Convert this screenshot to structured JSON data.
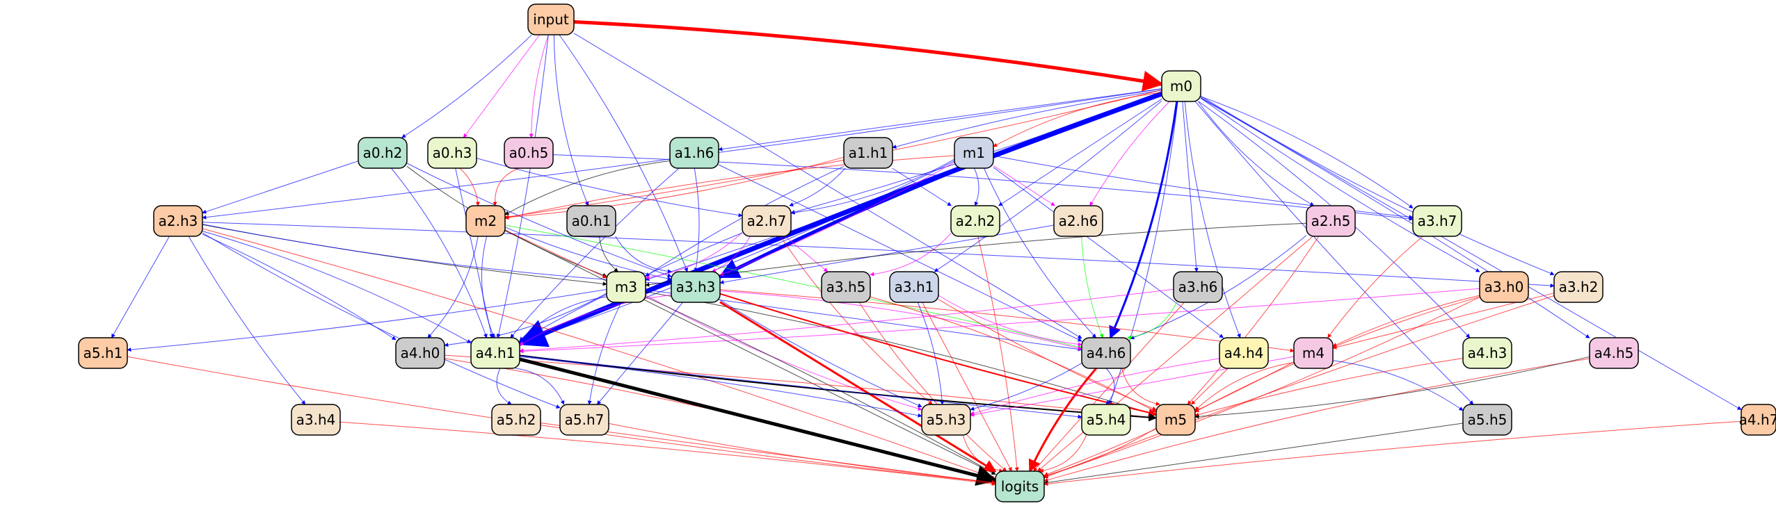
{
  "nodes": [
    {
      "id": "input",
      "label": "input",
      "color": "#fdcba5"
    },
    {
      "id": "m0",
      "label": "m0",
      "color": "#eaf6cc"
    },
    {
      "id": "a0.h2",
      "label": "a0.h2",
      "color": "#b6e5d0"
    },
    {
      "id": "a0.h3",
      "label": "a0.h3",
      "color": "#eaf6cc"
    },
    {
      "id": "a0.h5",
      "label": "a0.h5",
      "color": "#f5c9e4"
    },
    {
      "id": "a1.h6",
      "label": "a1.h6",
      "color": "#b6e5d0"
    },
    {
      "id": "a1.h1",
      "label": "a1.h1",
      "color": "#cccccc"
    },
    {
      "id": "m1",
      "label": "m1",
      "color": "#cdd6e8"
    },
    {
      "id": "a2.h3",
      "label": "a2.h3",
      "color": "#fdcba5"
    },
    {
      "id": "m2",
      "label": "m2",
      "color": "#fdcba5"
    },
    {
      "id": "a0.h1",
      "label": "a0.h1",
      "color": "#cccccc"
    },
    {
      "id": "a2.h7",
      "label": "a2.h7",
      "color": "#f6e3cc"
    },
    {
      "id": "a2.h2",
      "label": "a2.h2",
      "color": "#eaf6cc"
    },
    {
      "id": "a2.h6",
      "label": "a2.h6",
      "color": "#f6e3cc"
    },
    {
      "id": "a2.h5",
      "label": "a2.h5",
      "color": "#f5c9e4"
    },
    {
      "id": "a3.h7",
      "label": "a3.h7",
      "color": "#eaf6cc"
    },
    {
      "id": "m3",
      "label": "m3",
      "color": "#eaf6cc"
    },
    {
      "id": "a3.h3",
      "label": "a3.h3",
      "color": "#b6e5d0"
    },
    {
      "id": "a3.h5",
      "label": "a3.h5",
      "color": "#cccccc"
    },
    {
      "id": "a3.h1",
      "label": "a3.h1",
      "color": "#cdd6e8"
    },
    {
      "id": "a3.h6",
      "label": "a3.h6",
      "color": "#cccccc"
    },
    {
      "id": "a3.h0",
      "label": "a3.h0",
      "color": "#fdcba5"
    },
    {
      "id": "a3.h2",
      "label": "a3.h2",
      "color": "#f6e3cc"
    },
    {
      "id": "a5.h1",
      "label": "a5.h1",
      "color": "#fdcba5"
    },
    {
      "id": "a4.h0",
      "label": "a4.h0",
      "color": "#cccccc"
    },
    {
      "id": "a4.h1",
      "label": "a4.h1",
      "color": "#eaf6cc"
    },
    {
      "id": "a4.h6",
      "label": "a4.h6",
      "color": "#cccccc"
    },
    {
      "id": "a4.h4",
      "label": "a4.h4",
      "color": "#fef5b4"
    },
    {
      "id": "m4",
      "label": "m4",
      "color": "#f5c9e4"
    },
    {
      "id": "a4.h3",
      "label": "a4.h3",
      "color": "#eaf6cc"
    },
    {
      "id": "a4.h5",
      "label": "a4.h5",
      "color": "#f5c9e4"
    },
    {
      "id": "a3.h4",
      "label": "a3.h4",
      "color": "#f6e3cc"
    },
    {
      "id": "a5.h2",
      "label": "a5.h2",
      "color": "#f6e3cc"
    },
    {
      "id": "a5.h7",
      "label": "a5.h7",
      "color": "#f6e3cc"
    },
    {
      "id": "a5.h3",
      "label": "a5.h3",
      "color": "#f6e3cc"
    },
    {
      "id": "a5.h4",
      "label": "a5.h4",
      "color": "#eaf6cc"
    },
    {
      "id": "m5",
      "label": "m5",
      "color": "#fdcba5"
    },
    {
      "id": "a5.h5",
      "label": "a5.h5",
      "color": "#cccccc"
    },
    {
      "id": "a4.h7",
      "label": "a4.h7",
      "color": "#fdcba5"
    },
    {
      "id": "logits",
      "label": "logits",
      "color": "#b6e5d0"
    }
  ],
  "edges": [
    [
      "input",
      "m0",
      "#ff0000",
      5
    ],
    [
      "input",
      "a0.h2",
      "#0000ff",
      1
    ],
    [
      "input",
      "a0.h3",
      "#ff00ff",
      1
    ],
    [
      "input",
      "a0.h5",
      "#ff00ff",
      1
    ],
    [
      "input",
      "a0.h1",
      "#0000ff",
      1
    ],
    [
      "input",
      "a3.h3",
      "#0000ff",
      1
    ],
    [
      "input",
      "a4.h1",
      "#0000ff",
      1
    ],
    [
      "input",
      "a4.h6",
      "#0000ff",
      1
    ],
    [
      "m0",
      "a4.h1",
      "#0000ff",
      7
    ],
    [
      "m0",
      "a3.h3",
      "#0000ff",
      5
    ],
    [
      "m0",
      "a4.h6",
      "#0000ff",
      3
    ],
    [
      "m0",
      "a2.h3",
      "#0000ff",
      1
    ],
    [
      "m0",
      "a1.h6",
      "#0000ff",
      1
    ],
    [
      "m0",
      "a1.h1",
      "#0000ff",
      1
    ],
    [
      "m0",
      "m1",
      "#ff0000",
      1
    ],
    [
      "m0",
      "m2",
      "#ff0000",
      1
    ],
    [
      "m0",
      "a2.h7",
      "#0000ff",
      1
    ],
    [
      "m0",
      "a2.h2",
      "#0000ff",
      1
    ],
    [
      "m0",
      "a2.h6",
      "#ff00ff",
      1
    ],
    [
      "m0",
      "a2.h5",
      "#0000ff",
      1
    ],
    [
      "m0",
      "a3.h7",
      "#0000ff",
      1
    ],
    [
      "m0",
      "a3.h1",
      "#0000ff",
      1
    ],
    [
      "m0",
      "a3.h6",
      "#0000ff",
      1
    ],
    [
      "m0",
      "a3.h0",
      "#0000ff",
      1
    ],
    [
      "m0",
      "a3.h2",
      "#0000ff",
      1
    ],
    [
      "m0",
      "a4.h3",
      "#0000ff",
      1
    ],
    [
      "m0",
      "a4.h5",
      "#0000ff",
      1
    ],
    [
      "m0",
      "a4.h7",
      "#0000ff",
      1
    ],
    [
      "m0",
      "a5.h5",
      "#0000ff",
      1
    ],
    [
      "m0",
      "a4.h4",
      "#0000ff",
      1
    ],
    [
      "m0",
      "a5.h4",
      "#0000ff",
      1
    ],
    [
      "m0",
      "m3",
      "#0000ff",
      1
    ],
    [
      "a0.h2",
      "a2.h3",
      "#0000ff",
      1
    ],
    [
      "a0.h2",
      "a3.h3",
      "#0000ff",
      1
    ],
    [
      "a0.h2",
      "m3",
      "#000000",
      1
    ],
    [
      "a0.h2",
      "a4.h1",
      "#0000ff",
      1
    ],
    [
      "a0.h3",
      "m2",
      "#ff0000",
      1
    ],
    [
      "a0.h3",
      "a4.h1",
      "#0000ff",
      1
    ],
    [
      "a0.h3",
      "a2.h7",
      "#0000ff",
      1
    ],
    [
      "a0.h5",
      "m2",
      "#ff0000",
      1
    ],
    [
      "a0.h5",
      "a3.h7",
      "#0000ff",
      1
    ],
    [
      "a1.h6",
      "a3.h3",
      "#0000ff",
      1
    ],
    [
      "a1.h6",
      "a4.h6",
      "#0000ff",
      1
    ],
    [
      "a1.h6",
      "a4.h1",
      "#0000ff",
      1
    ],
    [
      "a1.h6",
      "m2",
      "#000000",
      1
    ],
    [
      "a1.h1",
      "m2",
      "#ff0000",
      1
    ],
    [
      "a1.h1",
      "a2.h7",
      "#0000ff",
      1
    ],
    [
      "a1.h1",
      "a2.h2",
      "#0000ff",
      1
    ],
    [
      "a1.h1",
      "m3",
      "#0000ff",
      1
    ],
    [
      "m1",
      "m2",
      "#ff0000",
      1
    ],
    [
      "m1",
      "a2.h7",
      "#0000ff",
      1
    ],
    [
      "m1",
      "a2.h2",
      "#0000ff",
      1
    ],
    [
      "m1",
      "a2.h6",
      "#ff00ff",
      1
    ],
    [
      "m1",
      "a3.h7",
      "#0000ff",
      1
    ],
    [
      "m1",
      "a4.h6",
      "#0000ff",
      1
    ],
    [
      "m1",
      "a4.h1",
      "#0000ff",
      1
    ],
    [
      "m1",
      "a3.h3",
      "#ff00ff",
      1
    ],
    [
      "m1",
      "a4.h4",
      "#0000ff",
      1
    ],
    [
      "a2.h3",
      "m3",
      "#000000",
      1
    ],
    [
      "a2.h3",
      "a3.h3",
      "#0000ff",
      1
    ],
    [
      "a2.h3",
      "a4.h1",
      "#0000ff",
      1
    ],
    [
      "a2.h3",
      "a4.h0",
      "#0000ff",
      1
    ],
    [
      "a2.h3",
      "a5.h1",
      "#0000ff",
      1
    ],
    [
      "a2.h3",
      "a3.h4",
      "#0000ff",
      1
    ],
    [
      "a2.h3",
      "a5.h7",
      "#0000ff",
      1
    ],
    [
      "a2.h3",
      "logits",
      "#ff0000",
      1
    ],
    [
      "a2.h3",
      "a3.h2",
      "#0000ff",
      1
    ],
    [
      "m2",
      "m3",
      "#ff0000",
      1
    ],
    [
      "m2",
      "a3.h3",
      "#0000ff",
      1
    ],
    [
      "m2",
      "a4.h1",
      "#0000ff",
      1
    ],
    [
      "m2",
      "a4.h0",
      "#0000ff",
      1
    ],
    [
      "m2",
      "a4.h6",
      "#00ff00",
      1
    ],
    [
      "m2",
      "logits",
      "#000000",
      1
    ],
    [
      "a0.h1",
      "m3",
      "#000000",
      1
    ],
    [
      "a0.h1",
      "a3.h3",
      "#0000ff",
      1
    ],
    [
      "a2.h7",
      "m3",
      "#ff00ff",
      1
    ],
    [
      "a2.h7",
      "a3.h3",
      "#ff00ff",
      1
    ],
    [
      "a2.h7",
      "a3.h5",
      "#ff00ff",
      1
    ],
    [
      "a2.h7",
      "a4.h1",
      "#0000ff",
      1
    ],
    [
      "a2.h7",
      "a5.h3",
      "#ff0000",
      1
    ],
    [
      "a2.h2",
      "a3.h5",
      "#ff00ff",
      1
    ],
    [
      "a2.h2",
      "logits",
      "#ff0000",
      1
    ],
    [
      "a2.h6",
      "a3.h3",
      "#0000ff",
      1
    ],
    [
      "a2.h6",
      "a4.h6",
      "#00ff00",
      1
    ],
    [
      "a2.h5",
      "m3",
      "#000000",
      1
    ],
    [
      "a2.h5",
      "a4.h6",
      "#0000ff",
      1
    ],
    [
      "a2.h5",
      "m5",
      "#ff0000",
      1
    ],
    [
      "a2.h5",
      "logits",
      "#ff0000",
      1
    ],
    [
      "a3.h7",
      "m4",
      "#ff0000",
      1
    ],
    [
      "m3",
      "a4.h1",
      "#0000ff",
      1
    ],
    [
      "m3",
      "a4.h0",
      "#0000ff",
      1
    ],
    [
      "m3",
      "a5.h1",
      "#0000ff",
      1
    ],
    [
      "m3",
      "a4.h6",
      "#0000ff",
      1
    ],
    [
      "m3",
      "a5.h7",
      "#0000ff",
      1
    ],
    [
      "m3",
      "a5.h3",
      "#ff00ff",
      1
    ],
    [
      "m3",
      "m5",
      "#000000",
      1
    ],
    [
      "m3",
      "logits",
      "#000000",
      1
    ],
    [
      "a3.h3",
      "logits",
      "#ff0000",
      3
    ],
    [
      "a3.h3",
      "m5",
      "#ff0000",
      2
    ],
    [
      "a3.h3",
      "a4.h1",
      "#ff00ff",
      1
    ],
    [
      "a3.h3",
      "a4.h6",
      "#ff00ff",
      1
    ],
    [
      "a3.h3",
      "m4",
      "#ff0000",
      1
    ],
    [
      "a3.h3",
      "a5.h7",
      "#0000ff",
      1
    ],
    [
      "a3.h3",
      "a5.h3",
      "#0000ff",
      1
    ],
    [
      "a3.h5",
      "logits",
      "#ff0000",
      1
    ],
    [
      "a3.h5",
      "m5",
      "#ff0000",
      1
    ],
    [
      "a3.h1",
      "a5.h3",
      "#0000ff",
      1
    ],
    [
      "a3.h1",
      "logits",
      "#ff0000",
      1
    ],
    [
      "a3.h1",
      "m5",
      "#ff0000",
      1
    ],
    [
      "a3.h1",
      "a4.h6",
      "#ff00ff",
      1
    ],
    [
      "a3.h6",
      "a4.h6",
      "#00ff00",
      1
    ],
    [
      "a3.h6",
      "a4.h1",
      "#ff00ff",
      1
    ],
    [
      "a3.h6",
      "logits",
      "#ff0000",
      1
    ],
    [
      "a3.h0",
      "m4",
      "#ff0000",
      1
    ],
    [
      "a3.h0",
      "m5",
      "#ff0000",
      1
    ],
    [
      "a3.h0",
      "logits",
      "#ff0000",
      1
    ],
    [
      "a3.h0",
      "a4.h1",
      "#ff00ff",
      1
    ],
    [
      "a3.h2",
      "m4",
      "#ff0000",
      1
    ],
    [
      "a3.h2",
      "logits",
      "#ff0000",
      1
    ],
    [
      "a5.h1",
      "logits",
      "#ff0000",
      1
    ],
    [
      "a4.h0",
      "logits",
      "#ff0000",
      1
    ],
    [
      "a4.h0",
      "m5",
      "#ff0000",
      1
    ],
    [
      "a4.h1",
      "logits",
      "#000000",
      5
    ],
    [
      "a4.h1",
      "m5",
      "#000000",
      2
    ],
    [
      "a4.h1",
      "a5.h2",
      "#0000ff",
      1
    ],
    [
      "a4.h1",
      "a5.h7",
      "#0000ff",
      1
    ],
    [
      "a4.h1",
      "a5.h3",
      "#0000ff",
      1
    ],
    [
      "a4.h1",
      "a5.h4",
      "#0000ff",
      1
    ],
    [
      "a4.h6",
      "logits",
      "#ff0000",
      3
    ],
    [
      "a4.h6",
      "m5",
      "#ff0000",
      1
    ],
    [
      "a4.h6",
      "a5.h4",
      "#0000ff",
      1
    ],
    [
      "a4.h6",
      "a5.h3",
      "#0000ff",
      1
    ],
    [
      "a4.h4",
      "m5",
      "#ff0000",
      1
    ],
    [
      "a4.h4",
      "a5.h3",
      "#ff00ff",
      1
    ],
    [
      "m4",
      "m5",
      "#ff0000",
      1
    ],
    [
      "m4",
      "a5.h5",
      "#0000ff",
      1
    ],
    [
      "m4",
      "logits",
      "#ff0000",
      1
    ],
    [
      "m4",
      "a5.h3",
      "#ff00ff",
      1
    ],
    [
      "a4.h3",
      "m5",
      "#ff0000",
      1
    ],
    [
      "a4.h5",
      "logits",
      "#ff0000",
      1
    ],
    [
      "a4.h5",
      "m5",
      "#000000",
      1
    ],
    [
      "a3.h4",
      "logits",
      "#ff0000",
      1
    ],
    [
      "a5.h2",
      "logits",
      "#ff0000",
      1
    ],
    [
      "a5.h7",
      "logits",
      "#ff0000",
      1
    ],
    [
      "a5.h3",
      "logits",
      "#ff0000",
      1
    ],
    [
      "a5.h4",
      "logits",
      "#ff0000",
      1
    ],
    [
      "m5",
      "logits",
      "#ff0000",
      1
    ],
    [
      "a5.h5",
      "logits",
      "#000000",
      1
    ],
    [
      "a4.h7",
      "logits",
      "#ff0000",
      1
    ]
  ]
}
